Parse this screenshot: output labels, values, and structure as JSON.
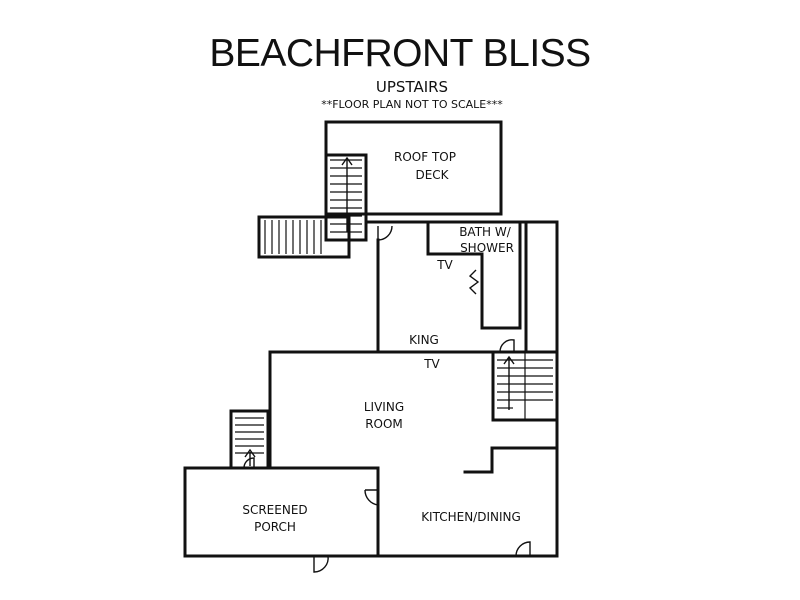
{
  "header": {
    "title": "BEACHFRONT BLISS",
    "subtitle": "UPSTAIRS",
    "note": "**FLOOR PLAN NOT TO SCALE***"
  },
  "rooms": {
    "roof_deck": [
      "ROOF TOP",
      "DECK"
    ],
    "bath": [
      "BATH W/",
      "SHOWER"
    ],
    "bath_tv": "TV",
    "king": "KING",
    "living_tv": "TV",
    "living_room": [
      "LIVING",
      "ROOM"
    ],
    "screened_porch": [
      "SCREENED",
      "PORCH"
    ],
    "kitchen_dining": "KITCHEN/DINING"
  },
  "colors": {
    "wall": "#111111",
    "background": "#ffffff"
  }
}
